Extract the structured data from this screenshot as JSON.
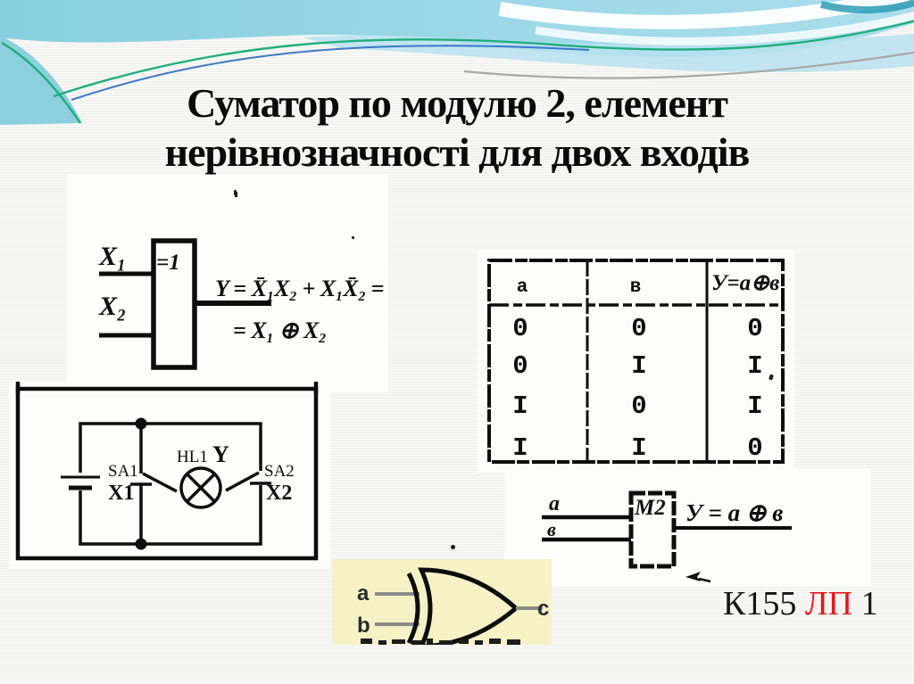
{
  "slide": {
    "title_line1": "Суматор по модулю 2, елемент",
    "title_line2": "нерівнозначності для двох входів",
    "colors": {
      "banner_cyan": "#86cfdf",
      "banner_cyan_light": "#abdeec",
      "accent_green": "#1fae7e",
      "accent_blue": "#2b6cc4",
      "accent_gray": "#a9a9a9",
      "chip_red": "#e41717",
      "xor_panel_yellow": "#f6f2c6"
    }
  },
  "gate_figure": {
    "input1": "X₁",
    "input2": "X₂",
    "box_label": "=1",
    "formula_line1": "Y = X̄₁X₂ + X₁X̄₂ =",
    "formula_line2": "= X₁ ⊕ X₂"
  },
  "circuit_figure": {
    "switch1_name": "SA1",
    "switch1_signal": "X1",
    "lamp_name": "HL1",
    "lamp_signal": "Y",
    "switch2_name": "SA2",
    "switch2_signal": "X2"
  },
  "truth_table": {
    "headers": {
      "a": "а",
      "b": "в",
      "y": "У=а⊕в"
    },
    "rows": [
      {
        "a": "0",
        "b": "0",
        "y": "0"
      },
      {
        "a": "0",
        "b": "I",
        "y": "I"
      },
      {
        "a": "I",
        "b": "0",
        "y": "I"
      },
      {
        "a": "I",
        "b": "I",
        "y": "0"
      }
    ]
  },
  "m2_figure": {
    "input1": "а",
    "input2": "в",
    "box_label": "М2",
    "formula": "У = а ⊕ в"
  },
  "xor_figure": {
    "input_a": "a",
    "input_b": "b",
    "output_c": "c"
  },
  "chip": {
    "prefix": "К155 ",
    "highlight": "ЛП",
    "suffix": " 1"
  }
}
